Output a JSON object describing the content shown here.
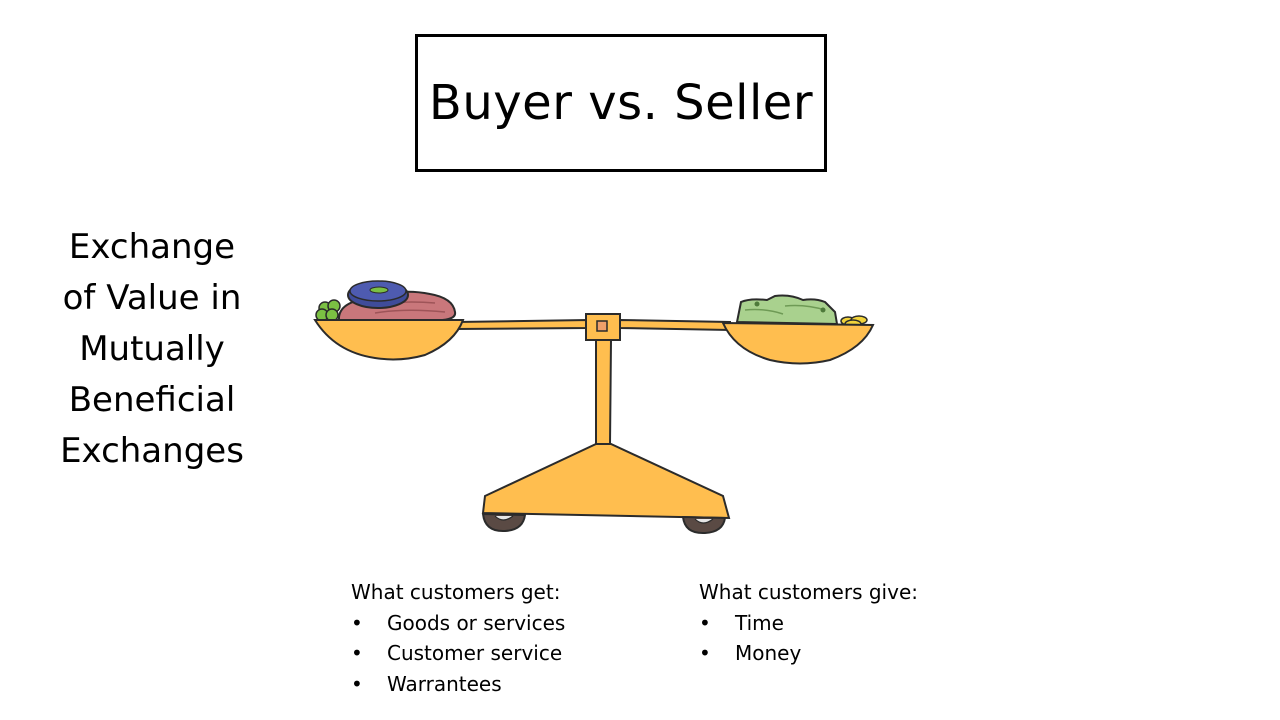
{
  "slide": {
    "title": "Buyer vs. Seller",
    "side_heading": {
      "lines": [
        "Exchange",
        "of Value in",
        "Mutually",
        "Beneficial",
        "Exchanges"
      ]
    },
    "illustration": {
      "icon": "balance-scale-icon",
      "colors": {
        "scale": "#FFBE4F",
        "outline": "#2B2B2B",
        "goods_plate": "#3F4C9A",
        "goods_meat": "#C9777B",
        "goods_peas": "#7BC043",
        "money": "#A9D18E",
        "coins": "#F2D33A"
      }
    },
    "customers_get": {
      "heading": "What customers get:",
      "items": [
        "Goods or services",
        "Customer service",
        "Warrantees"
      ]
    },
    "customers_give": {
      "heading": "What customers give:",
      "items": [
        "Time",
        "Money"
      ]
    },
    "bullet_char": "•"
  }
}
